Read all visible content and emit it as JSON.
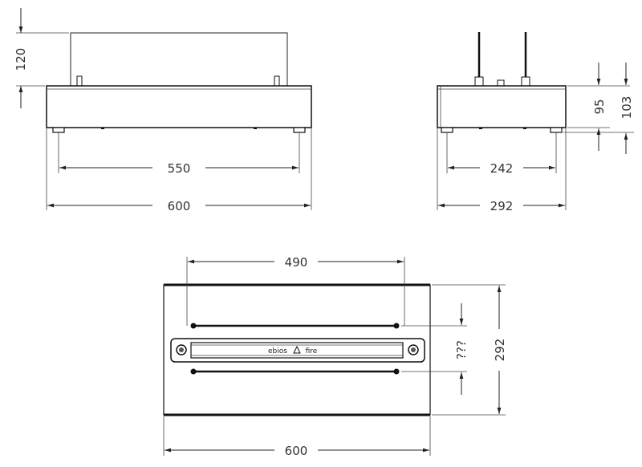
{
  "front_view": {
    "glass_height": "120",
    "feet_spacing": "550",
    "overall_width": "600"
  },
  "side_view": {
    "body_height": "95",
    "overall_height": "103",
    "feet_spacing": "242",
    "overall_depth": "292"
  },
  "top_view": {
    "glass_length": "490",
    "glass_gap": "???",
    "overall_depth": "292",
    "overall_width": "600",
    "brand_logo": "ebiosfire"
  }
}
